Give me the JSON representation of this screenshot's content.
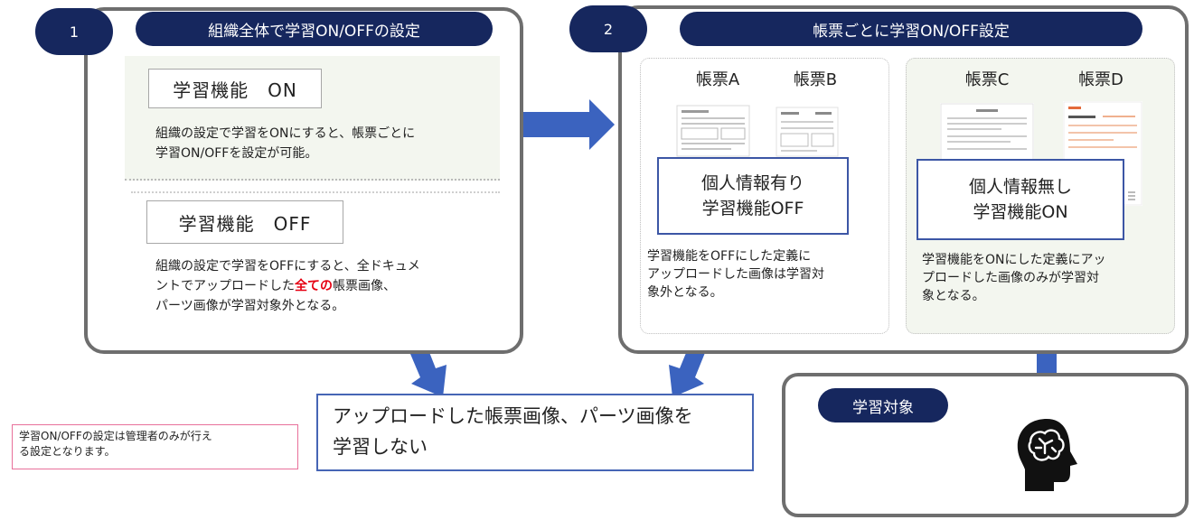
{
  "colors": {
    "navy": "#16275e",
    "arrow_blue": "#3b63bf",
    "frame_gray": "#6e6e6e",
    "highlight_red": "#e60012"
  },
  "section1": {
    "number": "1",
    "title": "組織全体で学習ON/OFFの設定",
    "on_label": "学習機能　ON",
    "on_desc": [
      "組織の設定で学習をONにすると、帳票ごとに",
      "学習ON/OFFを設定が可能。"
    ],
    "off_label": "学習機能　OFF",
    "off_desc": {
      "line1": "組織の設定で学習をOFFにすると、全ドキュメ",
      "line2_pre": "ントでアップロードした",
      "line2_red": "全ての",
      "line2_post": "帳票画像、",
      "line3": "パーツ画像が学習対象外となる。"
    }
  },
  "section2": {
    "number": "2",
    "title": "帳票ごとに学習ON/OFF設定",
    "left_card": {
      "forms": [
        "帳票A",
        "帳票B"
      ],
      "info": [
        "個人情報有り",
        "学習機能OFF"
      ],
      "desc": [
        "学習機能をOFFにした定義に",
        "アップロードした画像は学習対",
        "象外となる。"
      ]
    },
    "right_card": {
      "forms": [
        "帳票C",
        "帳票D"
      ],
      "info": [
        "個人情報無し",
        "学習機能ON"
      ],
      "desc": [
        "学習機能をONにした定義にアッ",
        "プロードした画像のみが学習対",
        "象となる。"
      ]
    }
  },
  "result": {
    "lines": [
      "アップロードした帳票画像、パーツ画像を",
      "学習しない"
    ]
  },
  "learning_target": {
    "title": "学習対象",
    "icon": "brain-head-icon"
  },
  "note": {
    "lines": [
      "学習ON/OFFの設定は管理者のみが行え",
      "る設定となります。"
    ]
  }
}
